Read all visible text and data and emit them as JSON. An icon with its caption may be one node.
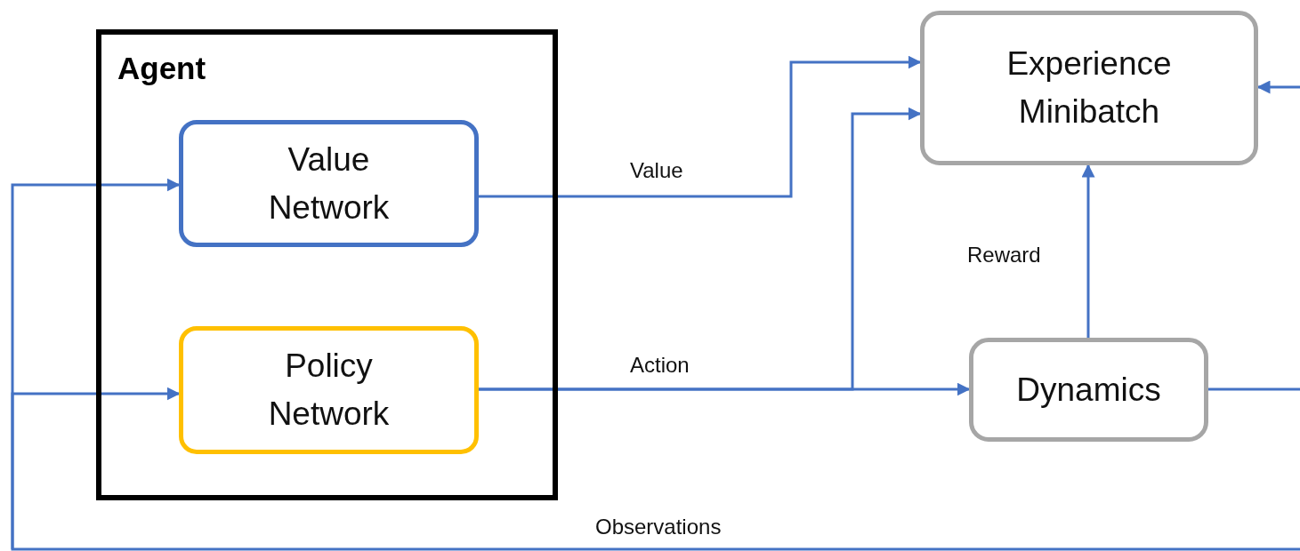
{
  "diagram": {
    "nodes": [
      {
        "text": [
          "Agent"
        ]
      },
      {
        "text": [
          "Value Network"
        ],
        "in": 0
      },
      {
        "text": [
          "Policy Network"
        ],
        "in": 0
      },
      {
        "text": [
          "Experience Minibatch"
        ]
      },
      {
        "text": [
          "Dynamics"
        ]
      }
    ],
    "edges": [
      {
        "from": 1,
        "to": 3,
        "arrow": "to",
        "label": "Value"
      },
      {
        "from": 2,
        "to": 4,
        "arrow": "to",
        "label": "Action"
      },
      {
        "from": 2,
        "to": 3,
        "arrow": "to"
      },
      {
        "from": 4,
        "to": 3,
        "arrow": "to",
        "label": "Reward"
      },
      {
        "from": 4,
        "to": null,
        "arrow": "none"
      },
      {
        "from": null,
        "to": 3,
        "arrow": "to"
      },
      {
        "from": null,
        "to": 1,
        "arrow": "to",
        "label": "Observations"
      },
      {
        "from": null,
        "to": 2,
        "arrow": "to"
      }
    ]
  }
}
